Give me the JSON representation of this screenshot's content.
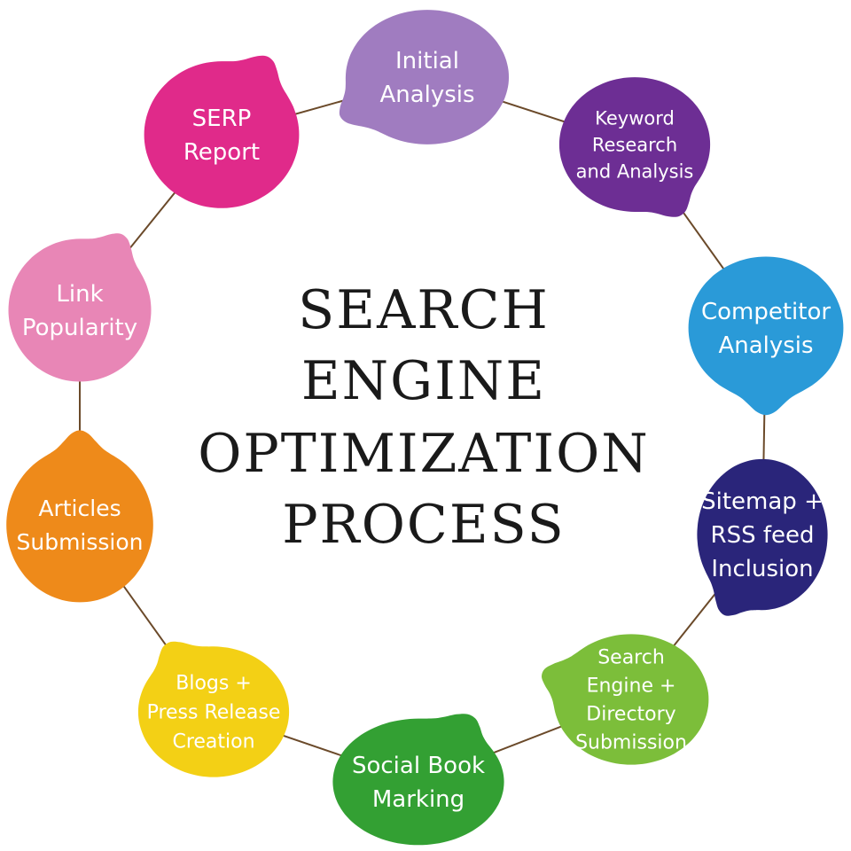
{
  "center_title": {
    "lines": [
      "SEARCH",
      "ENGINE",
      "OPTIMIZATION",
      "PROCESS"
    ]
  },
  "colors": {
    "connector": "#6b4a2a",
    "title_text": "#1a1a1a",
    "node_text": "#ffffff"
  },
  "steps": [
    {
      "id": "initial-analysis",
      "lines": [
        "Initial",
        "Analysis"
      ],
      "color": "#a07cc0"
    },
    {
      "id": "keyword-research",
      "lines": [
        "Keyword",
        "Research",
        "and Analysis"
      ],
      "color": "#6d2e94"
    },
    {
      "id": "competitor-analysis",
      "lines": [
        "Competitor",
        "Analysis"
      ],
      "color": "#2a9ad8"
    },
    {
      "id": "sitemap-rss",
      "lines": [
        "Sitemap +",
        "RSS feed",
        "Inclusion"
      ],
      "color": "#2a257a"
    },
    {
      "id": "search-engine-directory",
      "lines": [
        "Search",
        "Engine +",
        "Directory",
        "Submission"
      ],
      "color": "#7cbe3a"
    },
    {
      "id": "social-bookmarking",
      "lines": [
        "Social Book",
        "Marking"
      ],
      "color": "#33a033"
    },
    {
      "id": "blogs-press-release",
      "lines": [
        "Blogs +",
        "Press Release",
        "Creation"
      ],
      "color": "#f3d015"
    },
    {
      "id": "articles-submission",
      "lines": [
        "Articles",
        "Submission"
      ],
      "color": "#ee8a1a"
    },
    {
      "id": "link-popularity",
      "lines": [
        "Link",
        "Popularity"
      ],
      "color": "#e886b6"
    },
    {
      "id": "serp-report",
      "lines": [
        "SERP",
        "Report"
      ],
      "color": "#e02a8a"
    }
  ]
}
